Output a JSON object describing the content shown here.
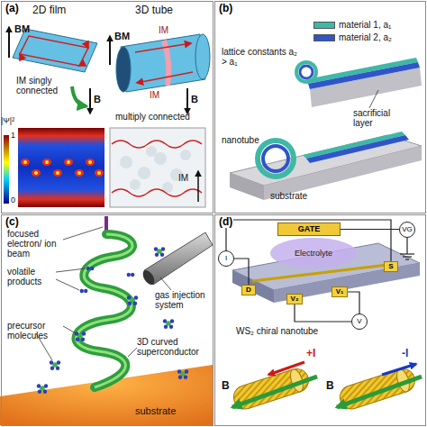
{
  "diagram": {
    "nodes": [
      {
        "text": [
          "(a)"
        ]
      },
      {
        "text": [
          "(b)"
        ]
      },
      {
        "text": [
          "(c)"
        ]
      },
      {
        "text": [
          "(d)"
        ]
      },
      {
        "text": [
          "GATE"
        ],
        "in": 3
      },
      {
        "text": [
          "Electrolyte"
        ],
        "in": 3
      },
      {
        "text": [
          "D"
        ],
        "in": 3
      },
      {
        "text": [
          "S"
        ],
        "in": 3
      },
      {
        "text": [
          "V₂"
        ],
        "in": 3
      },
      {
        "text": [
          "V₁"
        ],
        "in": 3
      },
      {
        "text": [
          "VG"
        ],
        "in": 3
      },
      {
        "text": [
          "I"
        ],
        "in": 3
      },
      {
        "text": [
          "V"
        ],
        "in": 3
      }
    ],
    "edges": [
      {
        "from": 11,
        "to": 6,
        "arrow": "none"
      },
      {
        "from": 11,
        "to": 7,
        "arrow": "none"
      },
      {
        "from": 4,
        "to": 10,
        "arrow": "none"
      },
      {
        "from": 12,
        "to": 8,
        "arrow": "none"
      },
      {
        "from": 12,
        "to": 9,
        "arrow": "none"
      }
    ],
    "labels": [
      "2D film",
      "3D tube",
      "BM",
      "BM",
      "IM singly connected",
      "B",
      "B",
      "IM",
      "IM",
      "multiply connected",
      "|Ψ|²",
      "1",
      "0",
      "IM",
      "lattice constants a₂ > a₁",
      "sacrificial layer",
      "nanotube",
      "substrate",
      "focused electron/ ion beam",
      "gas injection system",
      "volatile products",
      "precursor molecules",
      "3D curved superconductor",
      "substrate",
      "WS₂ chiral nanotube",
      "+I",
      "-I",
      "B",
      "B"
    ],
    "legend": [
      {
        "text": "material 1, a₁",
        "color": "#3fb8a6"
      },
      {
        "text": "material 2, a₂",
        "color": "#2f55c8"
      }
    ]
  }
}
